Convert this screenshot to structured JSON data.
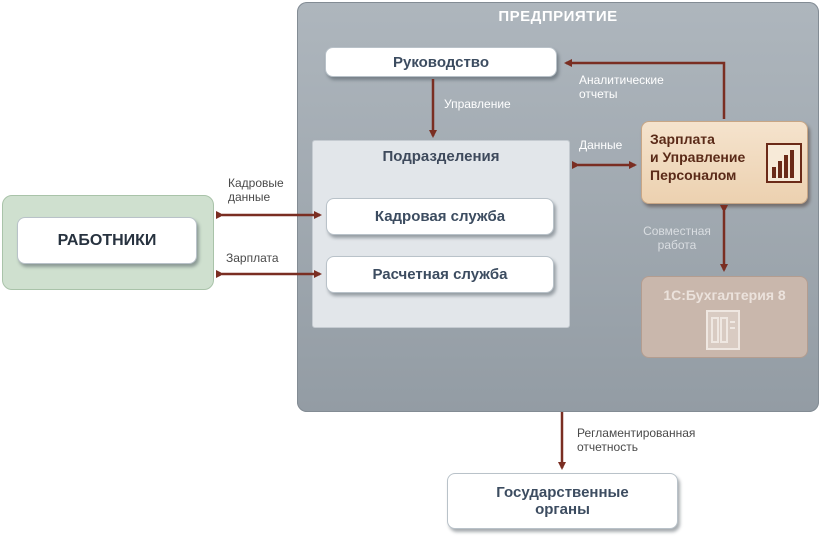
{
  "enterprise": {
    "title": "ПРЕДПРИЯТИЕ"
  },
  "boxes": {
    "management": "Руководство",
    "departments": "Подразделения",
    "hr_service": "Кадровая служба",
    "payroll_service": "Расчетная служба",
    "workers": "РАБОТНИКИ",
    "salary_hr_line1": "Зарплата",
    "salary_hr_line2": "и Управление",
    "salary_hr_line3": "Персоналом",
    "accounting": "1С:Бухгалтерия 8",
    "government_line1": "Государственные",
    "government_line2": "органы"
  },
  "labels": {
    "control": "Управление",
    "analytic_line1": "Аналитические",
    "analytic_line2": "отчеты",
    "data": "Данные",
    "hr_data_line1": "Кадровые",
    "hr_data_line2": "данные",
    "salary": "Зарплата",
    "joint_line1": "Совместная",
    "joint_line2": "работа",
    "reg_line1": "Регламентированная",
    "reg_line2": "отчетность"
  },
  "colors": {
    "arrow": "#7a2e22",
    "enterprise_bg": "#9ea7af",
    "salary_box": "#f1dcc2",
    "accounting_box": "#c9b7ac",
    "workers_bg": "#cfe0cf"
  },
  "icons": [
    "chart-bars-icon",
    "ledger-icon"
  ]
}
